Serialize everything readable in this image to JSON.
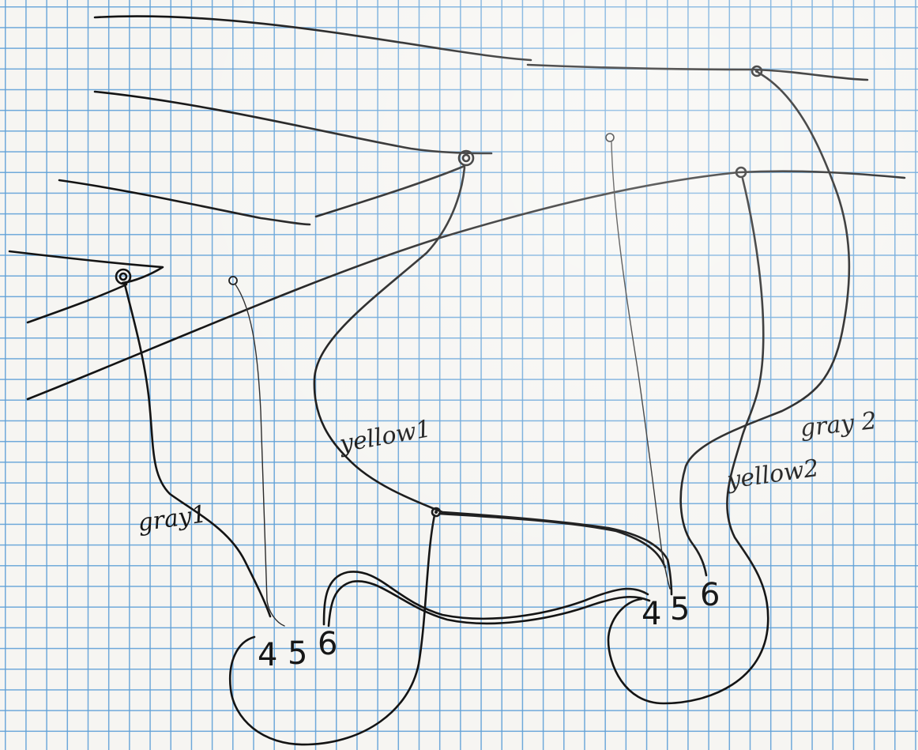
{
  "labels": {
    "gray1": "gray1",
    "yellow1": "yellow1",
    "gray2": "gray 2",
    "yellow2": "yellow2"
  },
  "pins_left": {
    "p4": "4",
    "p5": "5",
    "p6": "6"
  },
  "pins_right": {
    "p4": "4",
    "p5": "5",
    "p6": "6"
  },
  "colors": {
    "ink": "#141414",
    "grid": "#5fa0d7",
    "paper": "#f6f5f2"
  }
}
